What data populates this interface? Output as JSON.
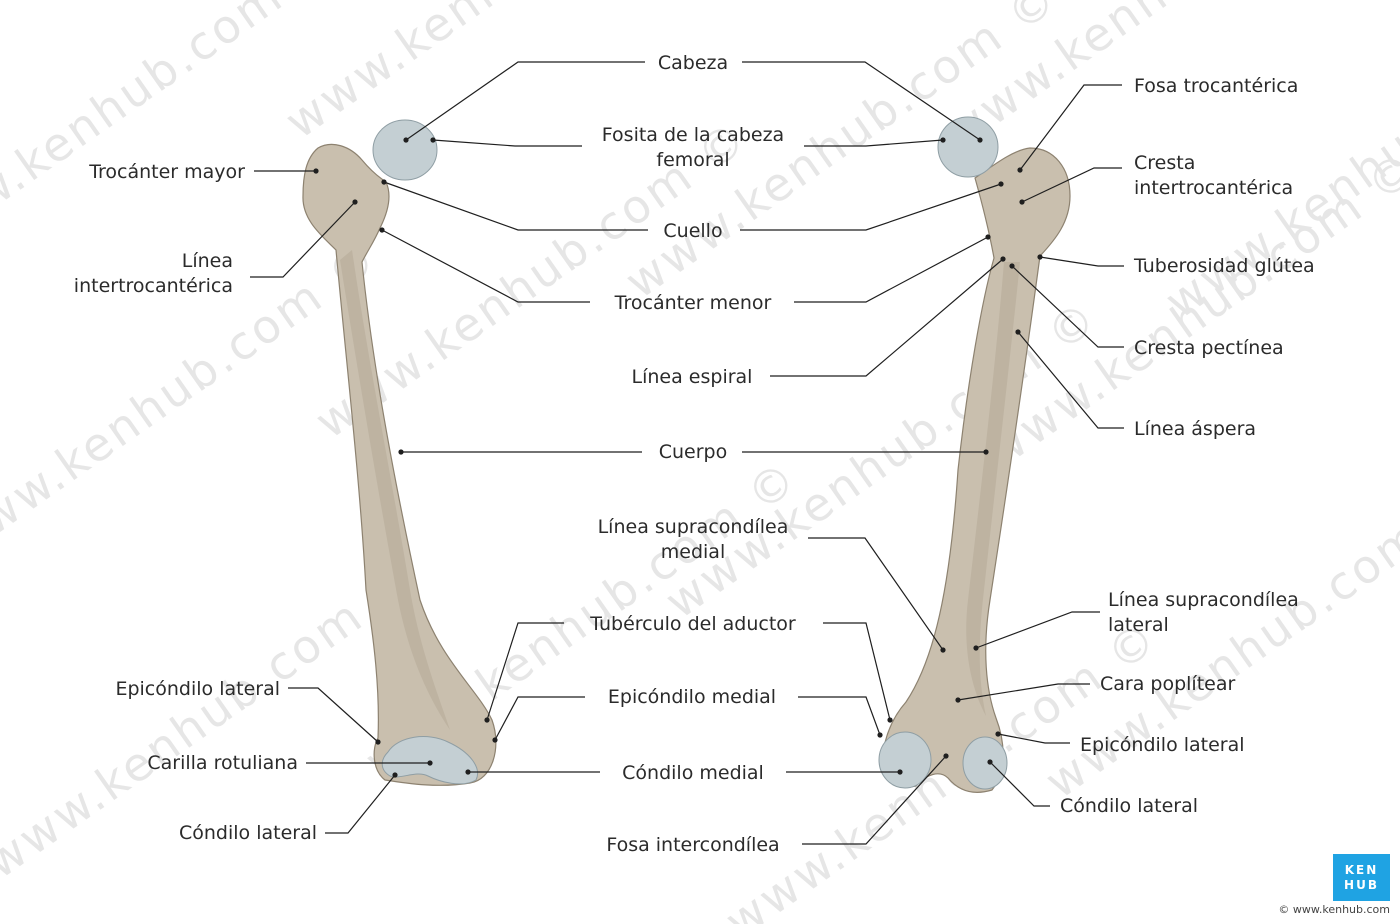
{
  "labels": {
    "cabeza": "Cabeza",
    "fosita_1": "Fosita de la cabeza",
    "fosita_2": "femoral",
    "cuello": "Cuello",
    "trocanter_menor": "Trocánter menor",
    "linea_espiral": "Línea espiral",
    "cuerpo": "Cuerpo",
    "supra_medial_1": "Línea supracondílea",
    "supra_medial_2": "medial",
    "tuberculo_aductor": "Tubérculo del aductor",
    "epicondilo_medial": "Epicóndilo medial",
    "condilo_medial": "Cóndilo medial",
    "fosa_intercondilea": "Fosa intercondílea",
    "trocanter_mayor": "Trocánter mayor",
    "linea_inter_1": "Línea",
    "linea_inter_2": "intertrocantérica",
    "epicondilo_lateral_left": "Epicóndilo lateral",
    "carilla_rotuliana": "Carilla rotuliana",
    "condilo_lateral_left": "Cóndilo lateral",
    "fosa_trocanterica": "Fosa trocantérica",
    "cresta_inter_1": "Cresta",
    "cresta_inter_2": "intertrocantérica",
    "tuberosidad_glutea": "Tuberosidad glútea",
    "cresta_pectinea": "Cresta pectínea",
    "linea_aspera": "Línea áspera",
    "supra_lateral_1": "Línea supracondílea",
    "supra_lateral_2": "lateral",
    "cara_poplitea": "Cara poplítear",
    "epicondilo_lateral_right": "Epicóndilo lateral",
    "condilo_lateral_right": "Cóndilo lateral"
  },
  "watermark": "www.kenhub.com ©",
  "logo": {
    "line1": "KEN",
    "line2": "HUB"
  },
  "url": "© www.kenhub.com",
  "colors": {
    "bone": "#c9bfae",
    "cartilage": "#c4cfd3",
    "brand": "#1fa3e3"
  }
}
